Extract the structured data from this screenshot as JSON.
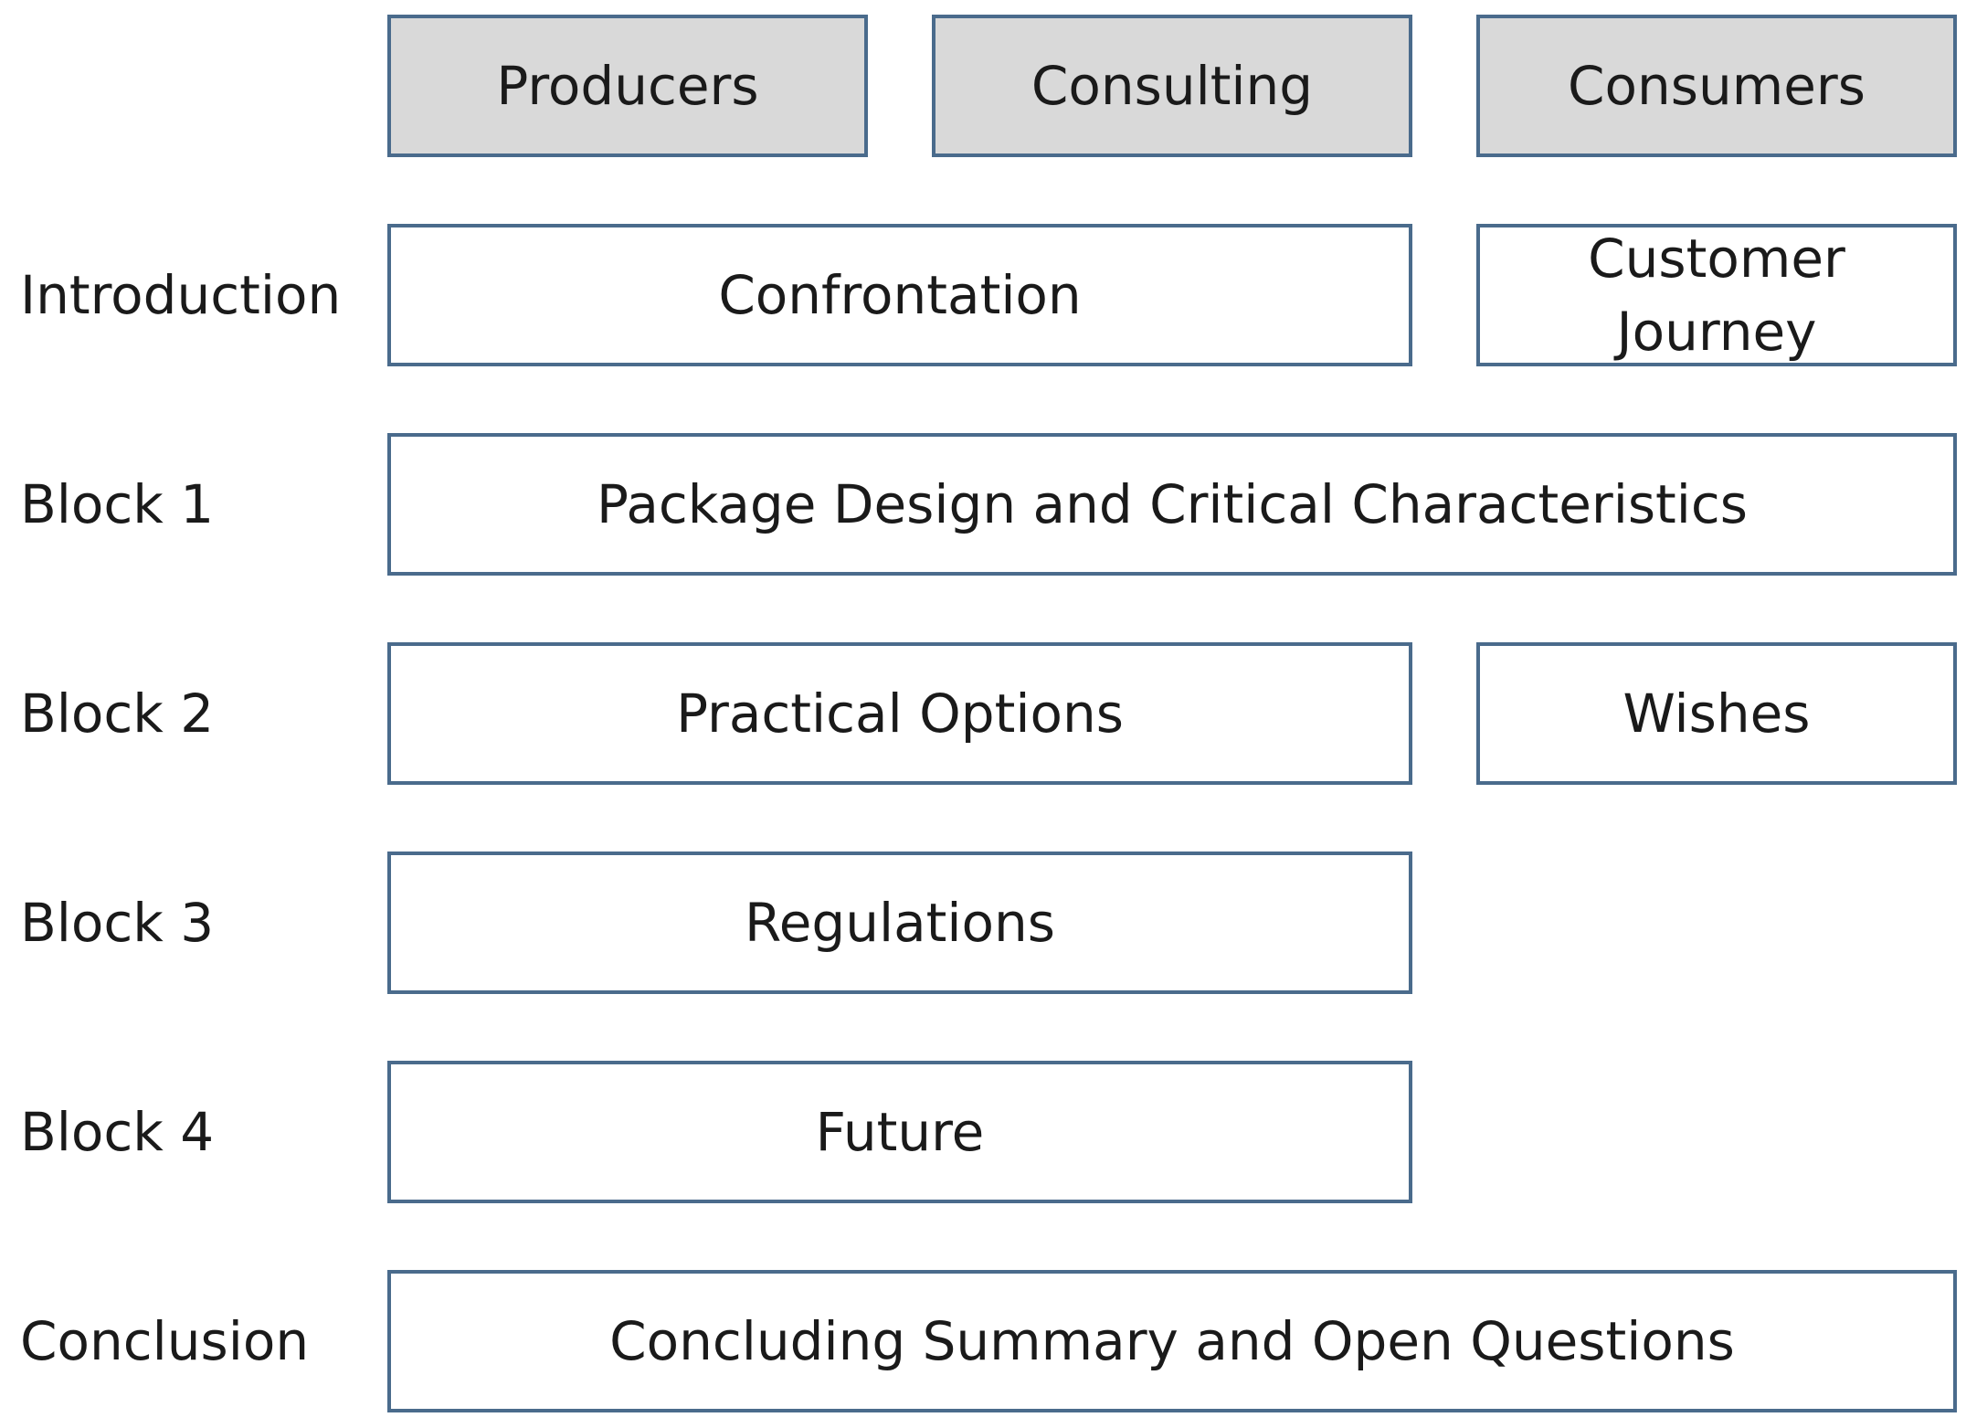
{
  "columns": {
    "producers": "Producers",
    "consulting": "Consulting",
    "consumers": "Consumers"
  },
  "rows": {
    "introduction": {
      "label": "Introduction",
      "boxes": [
        "Confrontation",
        "Customer Journey"
      ]
    },
    "block1": {
      "label": "Block 1",
      "boxes": [
        "Package Design and Critical Characteristics"
      ]
    },
    "block2": {
      "label": "Block 2",
      "boxes": [
        "Practical Options",
        "Wishes"
      ]
    },
    "block3": {
      "label": "Block 3",
      "boxes": [
        "Regulations"
      ]
    },
    "block4": {
      "label": "Block 4",
      "boxes": [
        "Future"
      ]
    },
    "conclusion": {
      "label": "Conclusion",
      "boxes": [
        "Concluding Summary and Open Questions"
      ]
    }
  },
  "colors": {
    "border": "#4a6b8c",
    "header_fill": "#d9d9d9",
    "box_fill": "#ffffff",
    "text": "#1a1a1a"
  }
}
